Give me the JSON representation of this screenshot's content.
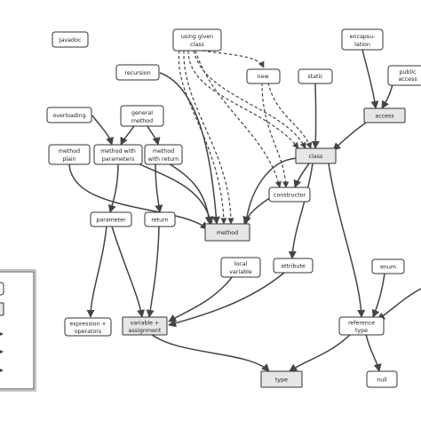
{
  "nodes": {
    "javadoc": "Javadoc",
    "using_given_class": [
      "using given",
      "class"
    ],
    "encapsulation": [
      "encapsu-",
      "lation"
    ],
    "recursion": "recursion",
    "new": "new",
    "static": "static",
    "public_access": [
      "public",
      "access"
    ],
    "overloading": "overloading",
    "general_method": [
      "general",
      "method"
    ],
    "access": "access",
    "method_plain": [
      "method",
      "plain"
    ],
    "method_with_parameters": [
      "method with",
      "parameters"
    ],
    "method_with_return": [
      "method",
      "with return"
    ],
    "class": "class",
    "constructor": "constructor",
    "parameter": "parameter",
    "return": "return",
    "method": "method",
    "local_variable": [
      "local",
      "variable"
    ],
    "attribute": "attribute",
    "enum": "enum",
    "expression_operators": [
      "expression +",
      "operators"
    ],
    "variable_assignment": [
      "variable +",
      "assignment"
    ],
    "reference_type": [
      "reference",
      "type"
    ],
    "type": "type",
    "null": "null"
  },
  "colors": {
    "stroke": "#333333",
    "edge": "#444444",
    "shaded_fill": "#e6e6e6",
    "background": "#ffffff"
  }
}
